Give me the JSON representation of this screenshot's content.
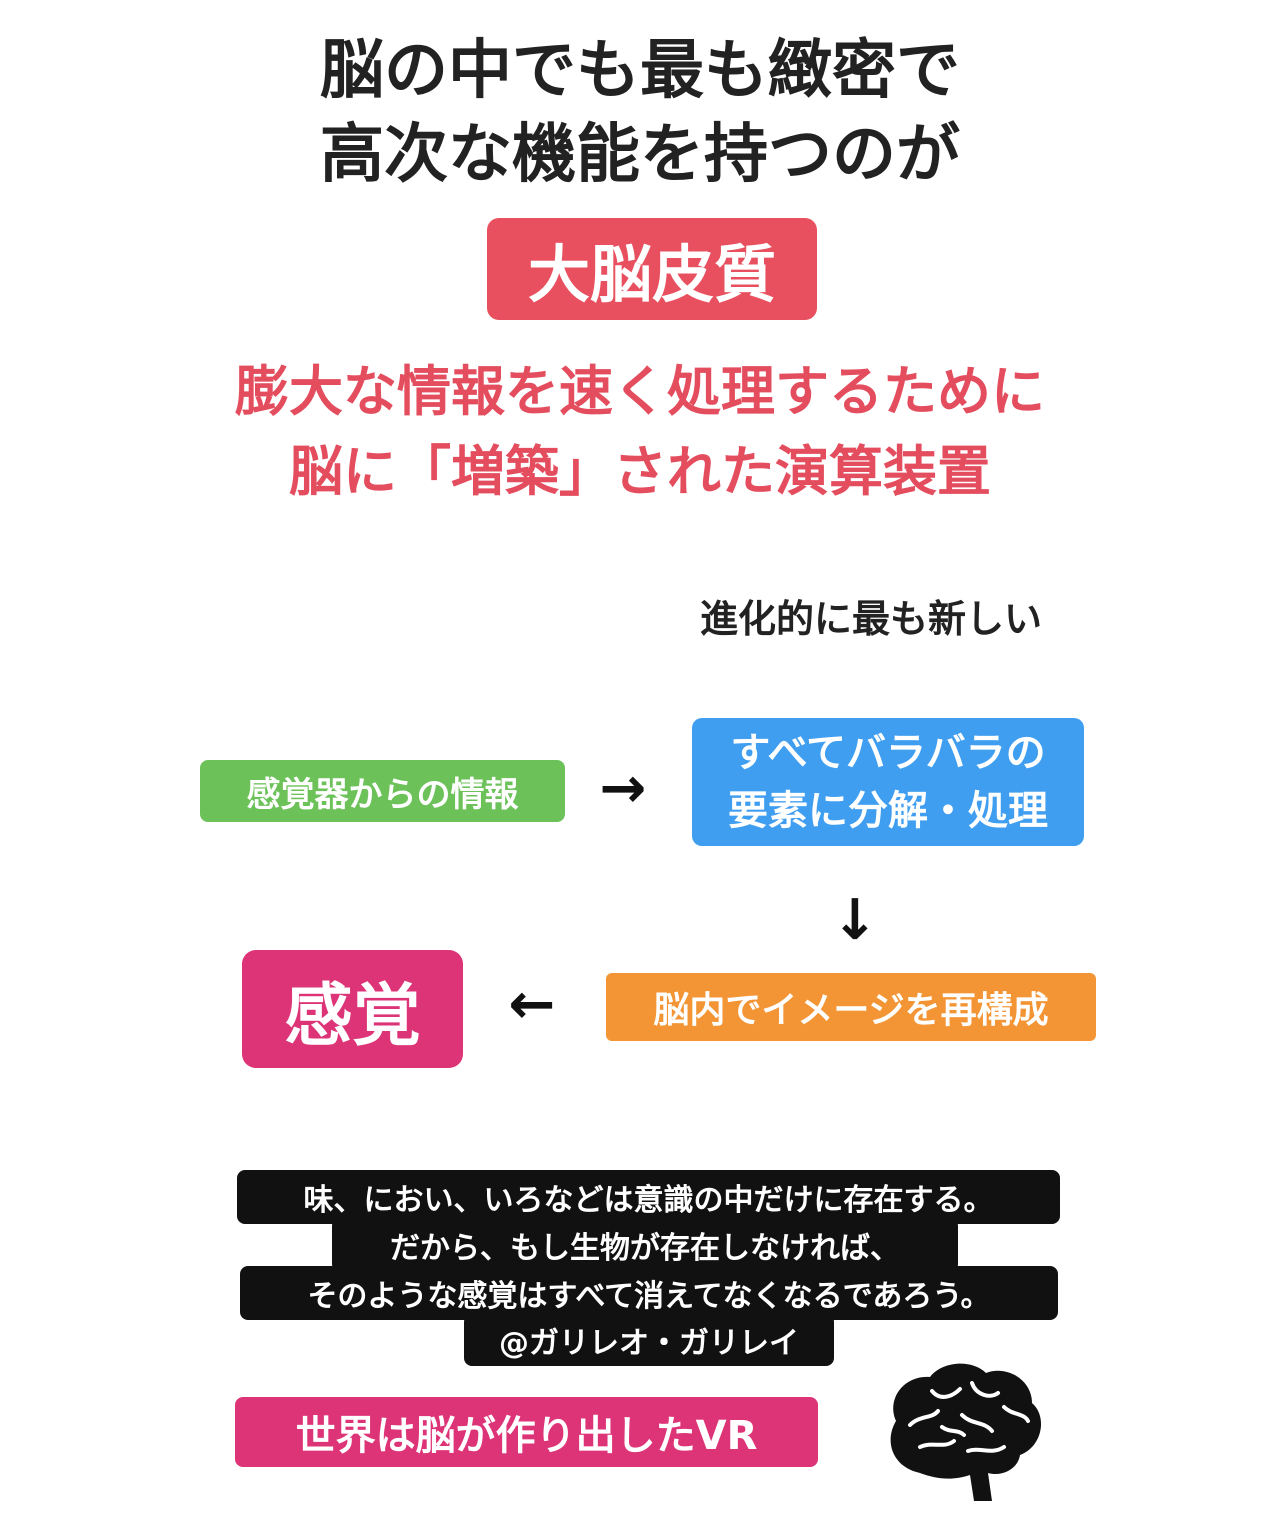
{
  "title": {
    "line1": "脳の中でも最も緻密で",
    "line2": "高次な機能を持つのが"
  },
  "highlight": "大脳皮質",
  "subtitle": {
    "line1": "膨大な情報を速く処理するために",
    "line2": "脳に「増築」された演算装置"
  },
  "note": "進化的に最も新しい",
  "flow": {
    "input": "感覚器からの情報",
    "process_line1": "すべてバラバラの",
    "process_line2": "要素に分解・処理",
    "reconstruct": "脳内でイメージを再構成",
    "result": "感覚",
    "arrow_right": "→",
    "arrow_down": "↓",
    "arrow_left": "←"
  },
  "quote": {
    "line1": "味、におい、いろなどは意識の中だけに存在する。",
    "line2": "だから、もし生物が存在しなければ、",
    "line3": "そのような感覚はすべて消えてなくなるであろう。",
    "line4": "@ガリレオ・ガリレイ"
  },
  "footer": "世界は脳が作り出したVR",
  "icons": {
    "brain": "brain-icon"
  },
  "colors": {
    "red": "#e8505f",
    "green": "#6cc259",
    "blue": "#3f9ef0",
    "orange": "#f39534",
    "magenta": "#dd3377",
    "black": "#111111"
  }
}
